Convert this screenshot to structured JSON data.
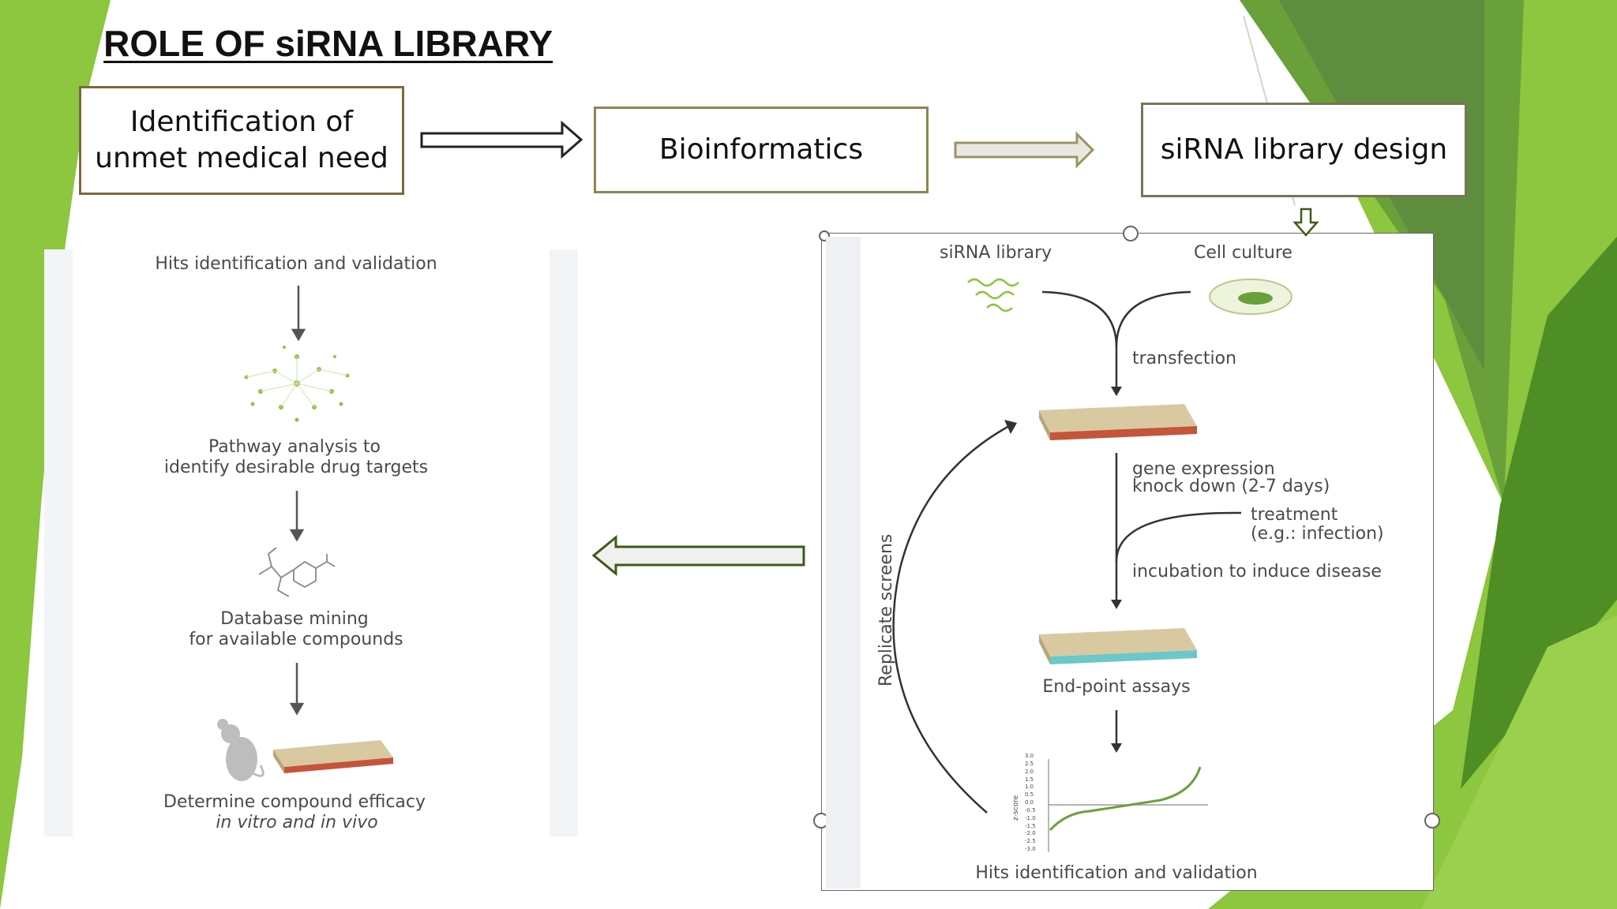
{
  "slide": {
    "title": "ROLE OF siRNA LIBRARY",
    "bullet_icon": "arrow-bullet-icon",
    "colors": {
      "accent_green": "#8dc63f",
      "dark_green": "#3f7a1f",
      "box_border": "#7b6a3d"
    }
  },
  "flow_boxes": [
    {
      "line1": "Identification of",
      "line2": "unmet medical need"
    },
    {
      "label": "Bioinformatics"
    },
    {
      "label": "siRNA library design"
    }
  ],
  "left_figure": {
    "step_hits": "Hits identification and validation",
    "step_pathway_1": "Pathway analysis to",
    "step_pathway_2": "identify desirable drug targets",
    "step_db_1": "Database mining",
    "step_db_2": "for available compounds",
    "step_efficacy_1": "Determine compound efficacy",
    "step_efficacy_2": "in vitro and in vivo"
  },
  "right_figure": {
    "sirna_library": "siRNA library",
    "cell_culture": "Cell culture",
    "transfection": "transfection",
    "gene_expression_1": "gene expression",
    "gene_expression_2": "knock down (2-7 days)",
    "treatment_1": "treatment",
    "treatment_2": "(e.g.: infection)",
    "incubation": "incubation to induce disease",
    "end_point": "End-point assays",
    "replicate": "Replicate screens",
    "hits": "Hits identification and validation",
    "y_axis_label": "z-score",
    "y_ticks": [
      "3.0",
      "2.5",
      "2.0",
      "1.5",
      "1.0",
      "0.5",
      "0.0",
      "-0.5",
      "-1.0",
      "-1.5",
      "-2.0",
      "-2.5",
      "-3.0"
    ]
  }
}
